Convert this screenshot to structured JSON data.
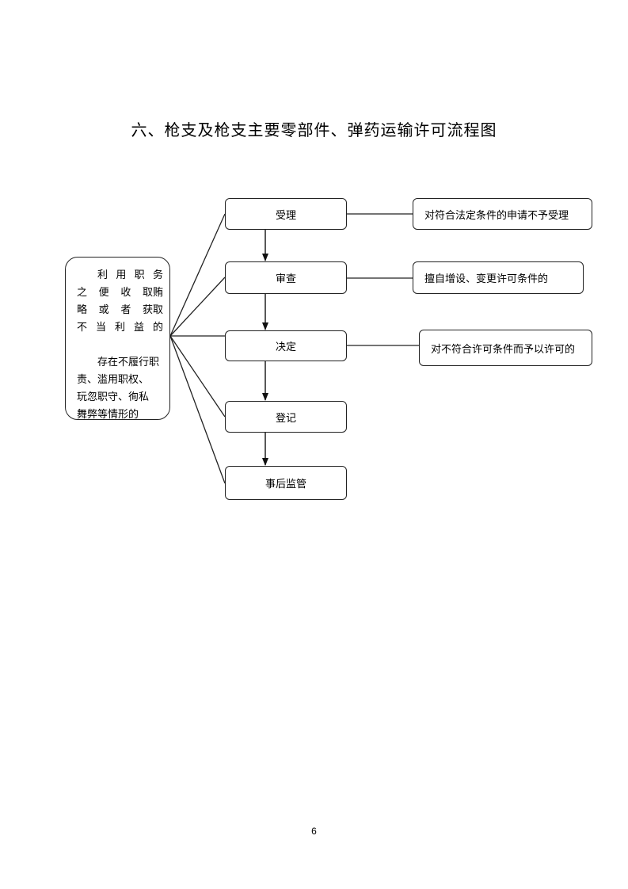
{
  "title": "六、枪支及枪支主要零部件、弹药运输许可流程图",
  "steps": [
    {
      "label": "受理"
    },
    {
      "label": "审查"
    },
    {
      "label": "决定"
    },
    {
      "label": "登记"
    },
    {
      "label": "事后监管"
    }
  ],
  "notes": [
    {
      "label": "对符合法定条件的申请不予受理"
    },
    {
      "label": "擅自增设、变更许可条件的"
    },
    {
      "label": "对不符合许可条件而予以许可的"
    }
  ],
  "risk": {
    "line1": [
      "利",
      "用",
      "职",
      "务"
    ],
    "line2": [
      "之",
      "便",
      "收",
      "取贿"
    ],
    "line3": [
      "略",
      "或",
      "者",
      "获取"
    ],
    "line4": [
      "不",
      "当",
      "利",
      "益",
      "的"
    ],
    "line5": "存在不履行职",
    "line6": "责、滥用职权、",
    "line7": "玩忽职守、徇私",
    "line8": "舞弊等情形的"
  },
  "page_number": "6"
}
